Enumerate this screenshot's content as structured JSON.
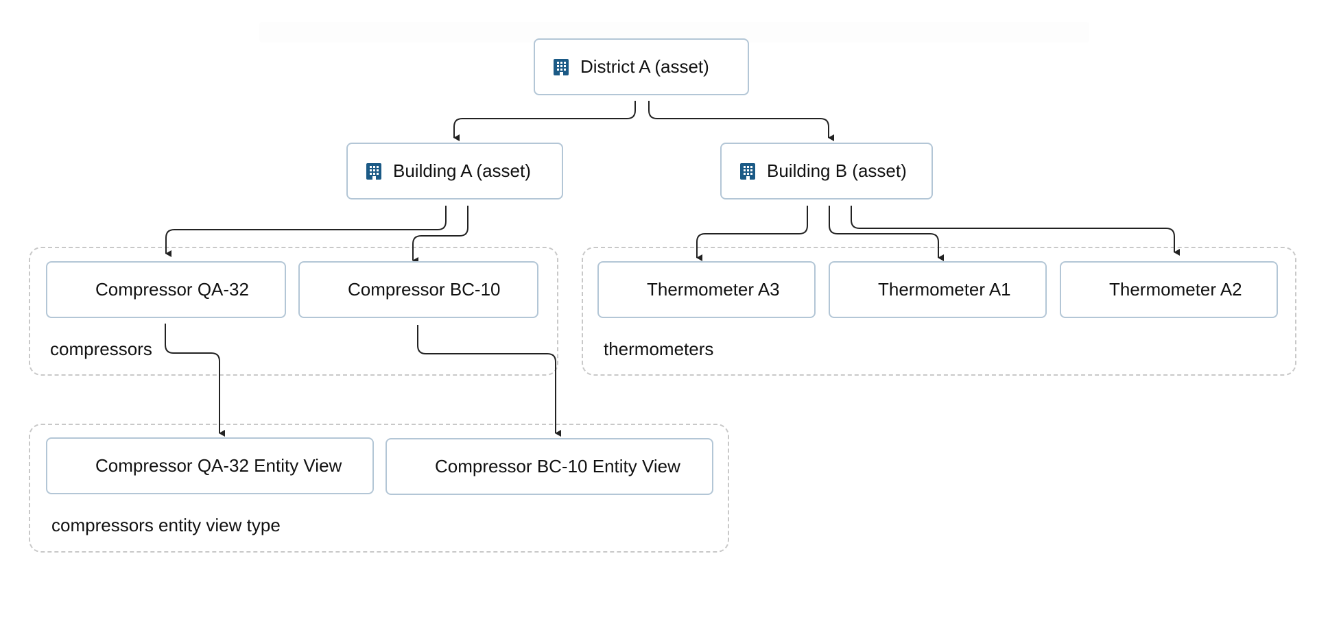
{
  "nodes": {
    "district_a": {
      "label": "District A (asset)",
      "icon": "building-icon"
    },
    "building_a": {
      "label": "Building A (asset)",
      "icon": "building-icon"
    },
    "building_b": {
      "label": "Building B (asset)",
      "icon": "building-icon"
    },
    "compressor_qa32": {
      "label": "Compressor QA-32"
    },
    "compressor_bc10": {
      "label": "Compressor BC-10"
    },
    "thermometer_a3": {
      "label": "Thermometer A3"
    },
    "thermometer_a1": {
      "label": "Thermometer A1"
    },
    "thermometer_a2": {
      "label": "Thermometer A2"
    },
    "compressor_qa32_view": {
      "label": "Compressor QA-32 Entity View"
    },
    "compressor_bc10_view": {
      "label": "Compressor BC-10 Entity View"
    }
  },
  "groups": {
    "compressors": {
      "label": "compressors"
    },
    "thermometers": {
      "label": "thermometers"
    },
    "compressors_entity_view_type": {
      "label": "compressors entity view type"
    }
  },
  "edges": [
    [
      "district_a",
      "building_a"
    ],
    [
      "district_a",
      "building_b"
    ],
    [
      "building_a",
      "compressor_qa32"
    ],
    [
      "building_a",
      "compressor_bc10"
    ],
    [
      "building_b",
      "thermometer_a3"
    ],
    [
      "building_b",
      "thermometer_a1"
    ],
    [
      "building_b",
      "thermometer_a2"
    ],
    [
      "compressor_qa32",
      "compressor_qa32_view"
    ],
    [
      "compressor_bc10",
      "compressor_bc10_view"
    ]
  ],
  "colors": {
    "node_border": "#b3c6d6",
    "group_border": "#c8c8c8",
    "edge": "#222222",
    "icon": "#1b5a86"
  }
}
